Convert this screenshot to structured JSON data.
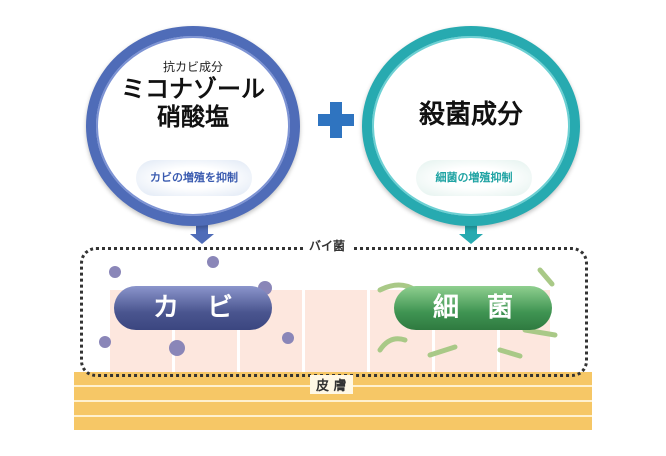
{
  "left_circle": {
    "subtitle": "抗カビ成分",
    "title_line1": "ミコナゾール",
    "title_line2": "硝酸塩",
    "badge": "カビの増殖を抑制",
    "color": "#4f6cb8"
  },
  "right_circle": {
    "title": "殺菌成分",
    "badge": "細菌の増殖抑制",
    "color": "#27aab0"
  },
  "germs_label": "バイ菌",
  "skin_label": "皮 膚",
  "pills": {
    "mold": "カビ",
    "bacteria": "細菌"
  }
}
